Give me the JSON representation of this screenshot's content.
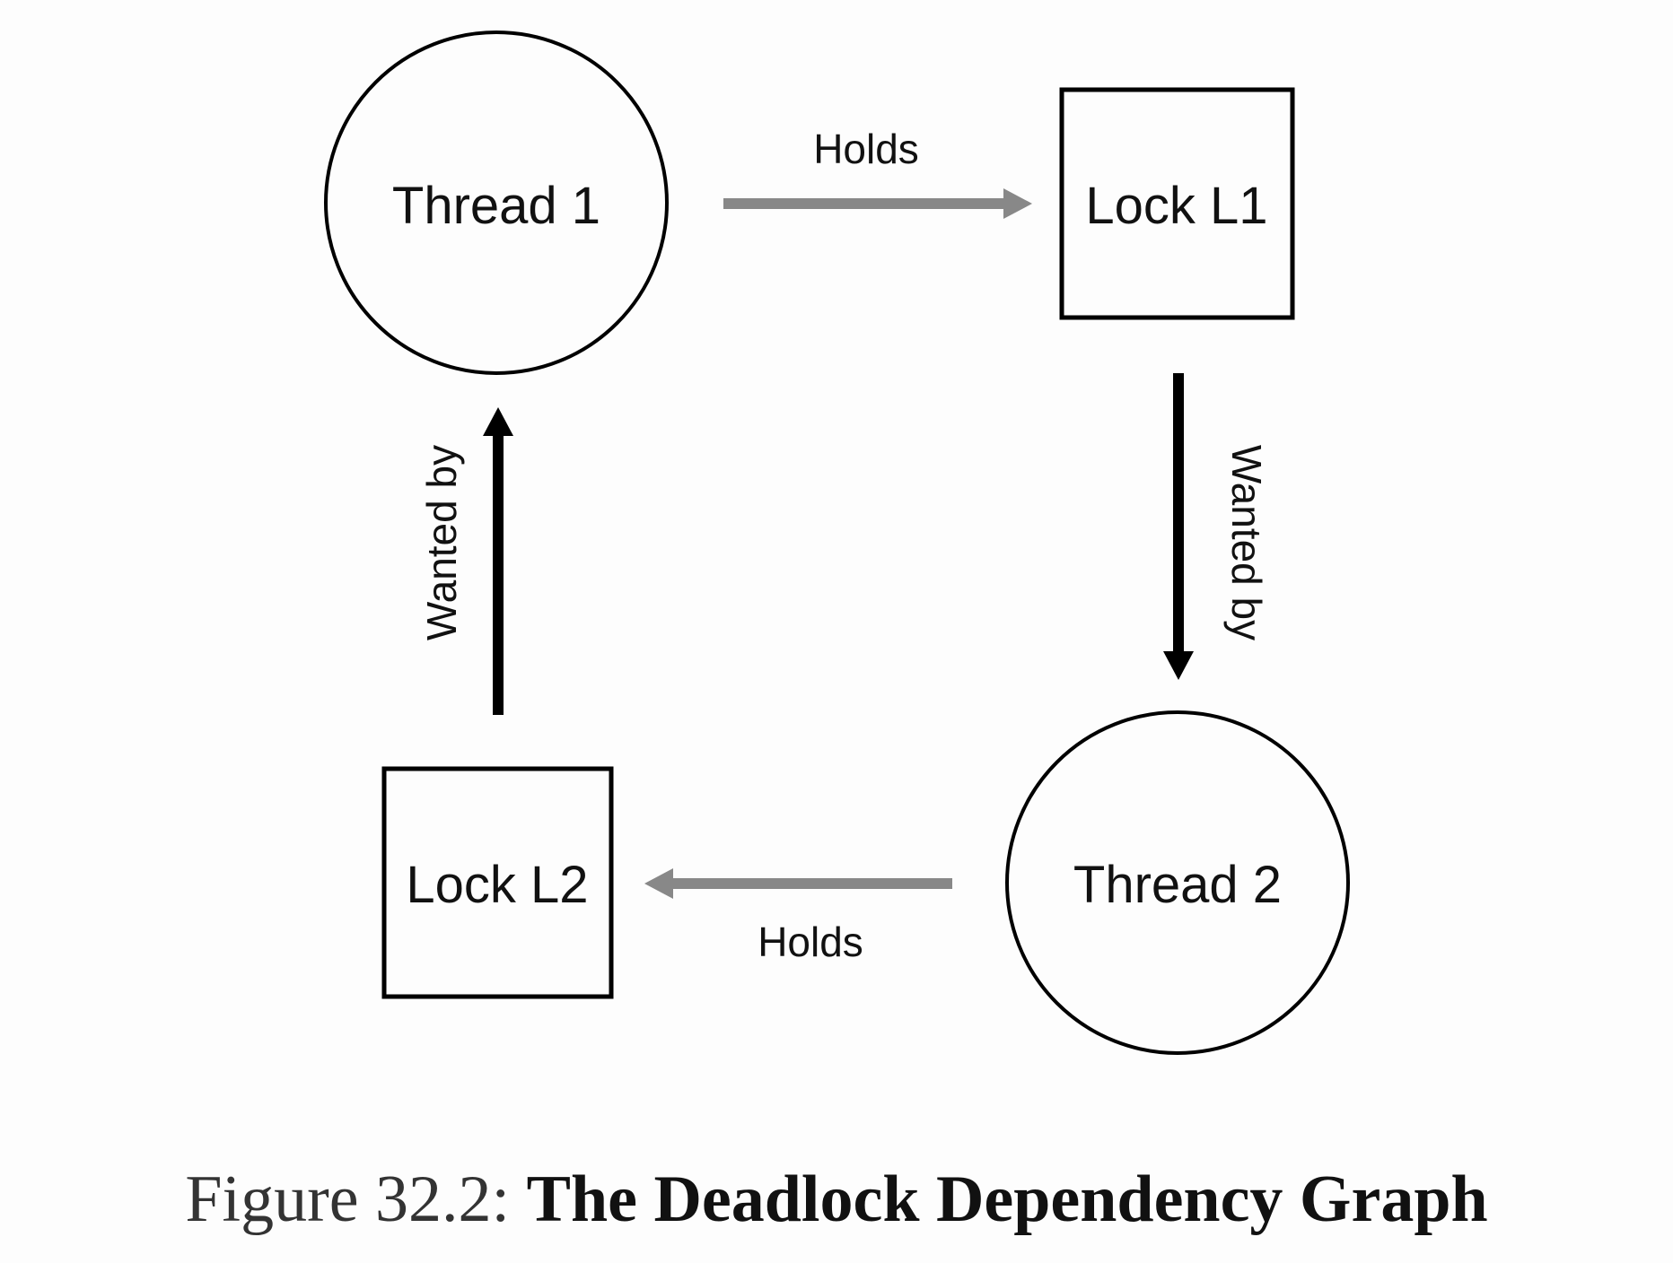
{
  "nodes": {
    "thread1": {
      "label": "Thread 1",
      "shape": "circle"
    },
    "lock_l1": {
      "label": "Lock L1",
      "shape": "square"
    },
    "thread2": {
      "label": "Thread 2",
      "shape": "circle"
    },
    "lock_l2": {
      "label": "Lock L2",
      "shape": "square"
    }
  },
  "edges": {
    "t1_holds_l1": {
      "label": "Holds",
      "from": "Thread 1",
      "to": "Lock L1",
      "color": "#888888"
    },
    "l1_wanted_by_t2": {
      "label": "Wanted by",
      "from": "Lock L1",
      "to": "Thread 2",
      "color": "#000000"
    },
    "t2_holds_l2": {
      "label": "Holds",
      "from": "Thread 2",
      "to": "Lock L2",
      "color": "#888888"
    },
    "l2_wanted_by_t1": {
      "label": "Wanted by",
      "from": "Lock L2",
      "to": "Thread 1",
      "color": "#000000"
    }
  },
  "caption": {
    "prefix": "Figure 32.2:",
    "title": "The Deadlock Dependency Graph"
  },
  "colors": {
    "holds_edge": "#888888",
    "wanted_edge": "#000000",
    "node_stroke": "#000000"
  }
}
